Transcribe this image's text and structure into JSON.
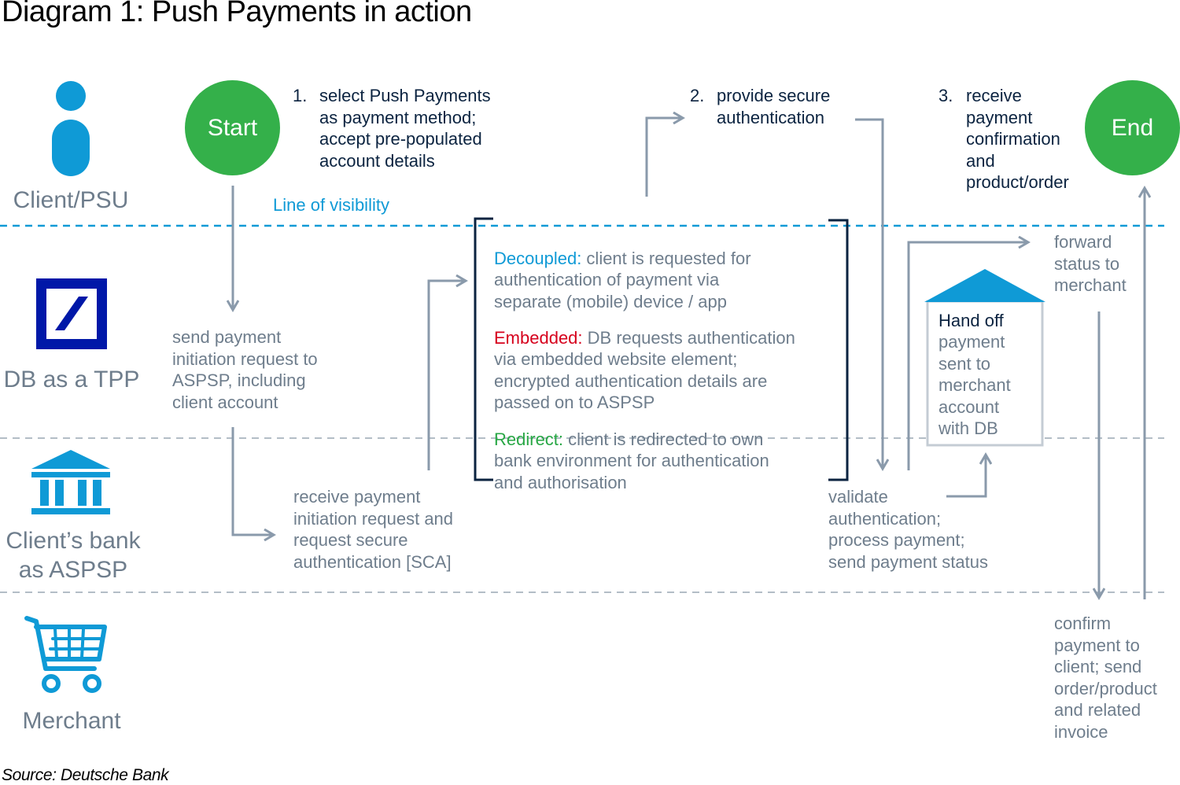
{
  "title": "Diagram 1: Push Payments in action",
  "source": "Source: Deutsche Bank",
  "colors": {
    "accent_blue": "#0f9ad6",
    "green": "#34b04a",
    "red": "#d6001c",
    "navy": "#0b2340",
    "grey": "#6e7d8c",
    "db_blue": "#0018a8"
  },
  "lanes": {
    "client": "Client/PSU",
    "tpp": "DB as a TPP",
    "bank": "Client’s bank\nas ASPSP",
    "merchant": "Merchant"
  },
  "icons": {
    "client": "person-icon",
    "tpp": "deutsche-bank-logo",
    "bank": "bank-building-icon",
    "merchant": "shopping-cart-icon"
  },
  "start_label": "Start",
  "end_label": "End",
  "line_of_visibility": "Line of visibility",
  "steps": [
    {
      "num": "1.",
      "text": "select Push Payments\nas payment method;\naccept pre-populated\naccount details"
    },
    {
      "num": "2.",
      "text": "provide secure\nauthentication"
    },
    {
      "num": "3.",
      "text": "receive\npayment\nconfirmation\nand\nproduct/order"
    }
  ],
  "send_request": "send payment\ninitiation request to\nASPSP, including\nclient account",
  "receive_request": "receive payment\ninitiation request and\nrequest secure\nauthentication [SCA]",
  "auth_options": [
    {
      "label": "Decoupled:",
      "text": " client is requested for\nauthentication of payment via\nseparate (mobile) device / app"
    },
    {
      "label": "Embedded:",
      "text": " DB requests authentication\nvia embedded website element;\nencrypted authentication details are\npassed on to ASPSP"
    },
    {
      "label": "Redirect:",
      "text": " client is redirected to own\nbank environment for authentication\nand authorisation"
    }
  ],
  "validate": "validate\nauthentication;\nprocess payment;\nsend payment status",
  "hand_off": {
    "title": "Hand off",
    "text": "payment\nsent to\nmerchant\naccount\nwith DB"
  },
  "forward": "forward\nstatus to\nmerchant",
  "confirm": "confirm\npayment to\nclient; send\norder/product\nand related\ninvoice"
}
